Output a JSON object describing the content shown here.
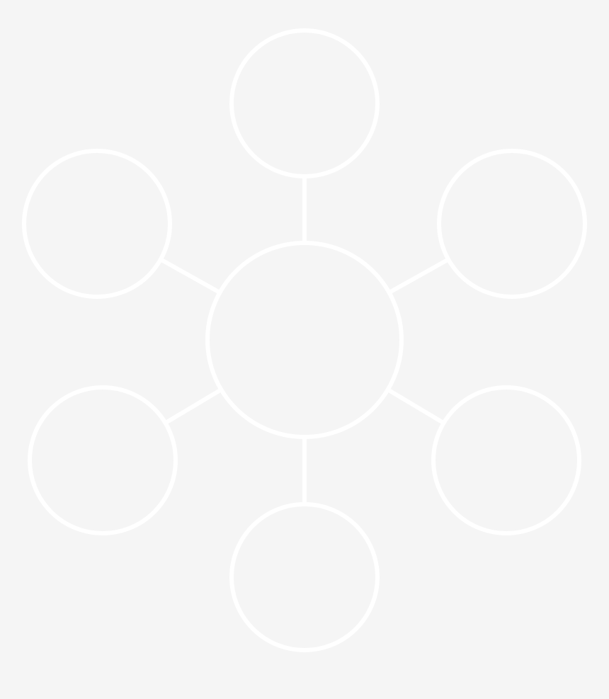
{
  "colors": {
    "background": "#f5f5f5",
    "foreground": "#ffffff"
  },
  "nodes": [
    {
      "id": "center",
      "icon": "male-user-icon",
      "role": "hub"
    },
    {
      "id": "top",
      "icon": "male-user-icon",
      "role": "member"
    },
    {
      "id": "upper-left",
      "icon": "female-user-icon",
      "role": "member"
    },
    {
      "id": "upper-right",
      "icon": "female-user-icon",
      "role": "member"
    },
    {
      "id": "lower-left",
      "icon": "male-user-icon",
      "role": "member"
    },
    {
      "id": "lower-right",
      "icon": "male-user-icon",
      "role": "member"
    },
    {
      "id": "bottom",
      "icon": "female-user-icon",
      "role": "member"
    }
  ],
  "links": [
    {
      "from": "center",
      "to": "top"
    },
    {
      "from": "center",
      "to": "upper-left"
    },
    {
      "from": "center",
      "to": "upper-right"
    },
    {
      "from": "center",
      "to": "lower-left"
    },
    {
      "from": "center",
      "to": "lower-right"
    },
    {
      "from": "center",
      "to": "bottom"
    }
  ]
}
